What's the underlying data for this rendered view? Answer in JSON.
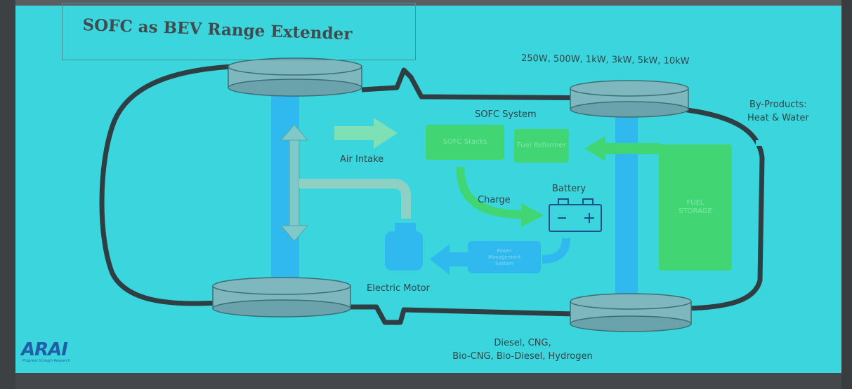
{
  "slide": {
    "title": "SOFC as BEV Range Extender",
    "power_ratings": "250W, 500W, 1kW, 3kW, 5kW, 10kW",
    "byproducts_line1": "By-Products:",
    "byproducts_line2": "Heat & Water",
    "sofc_system": "SOFC System",
    "sofc_stacks": "SOFC Stacks",
    "fuel_reformer": "Fuel Reformer",
    "fuel_storage": "FUEL STORAGE",
    "air_intake": "Air Intake",
    "charge": "Charge",
    "battery": "Battery",
    "power_management": "Power Management System",
    "electric_motor": "Electric Motor",
    "fuels_line1": "Diesel, CNG,",
    "fuels_line2": "Bio-CNG, Bio-Diesel, Hydrogen",
    "logo": "ARAI",
    "logo_tagline": "Progress through Research"
  },
  "colors": {
    "screen": "#3bd6dd",
    "green": "#41d673",
    "blue": "#2fb9ee",
    "outline": "#2e3e42"
  }
}
